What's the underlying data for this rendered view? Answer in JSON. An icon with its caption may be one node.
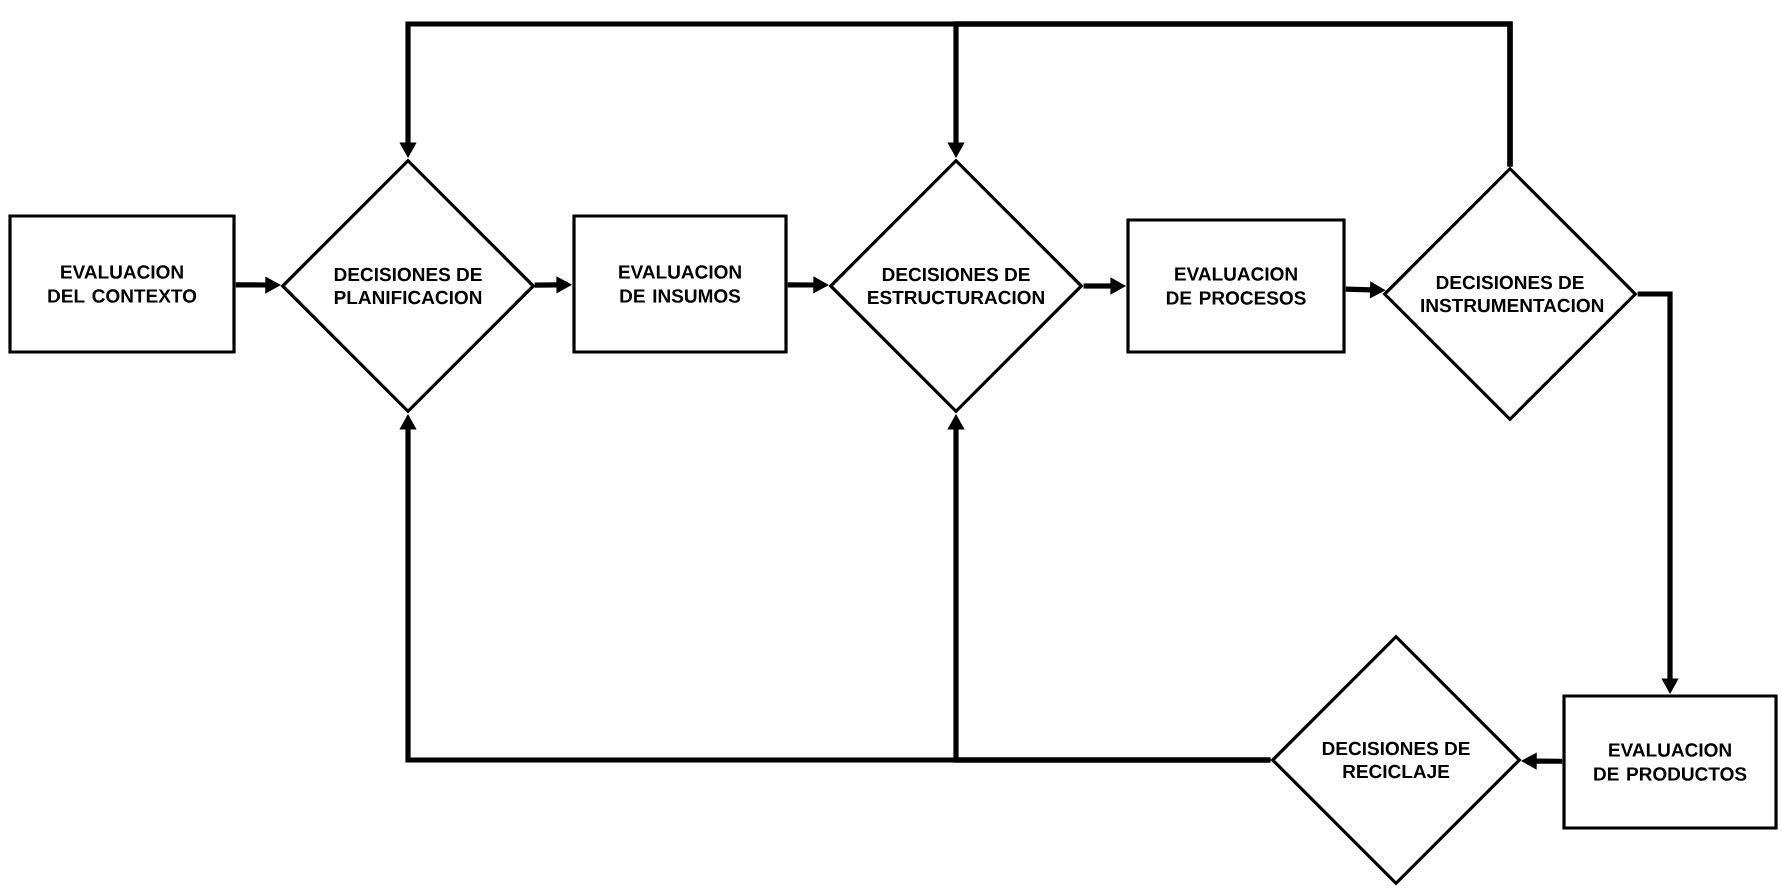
{
  "diagram": {
    "nodes": [
      {
        "text": [
          "EVALUACION DEL CONTEXTO"
        ]
      },
      {
        "text": [
          "DECISIONES DE PLANIFICACION"
        ]
      },
      {
        "text": [
          "EVALUACION DE INSUMOS"
        ]
      },
      {
        "text": [
          "DECISIONES DE ESTRUCTURACION"
        ]
      },
      {
        "text": [
          "EVALUACION DE PROCESOS"
        ]
      },
      {
        "text": [
          "DECISIONES DE INSTRUMENTACION"
        ]
      },
      {
        "text": [
          "EVALUACION DE PRODUCTOS"
        ]
      },
      {
        "text": [
          "DECISIONES DE RECICLAJE"
        ]
      }
    ],
    "edges": [
      {
        "from": 0,
        "to": 1,
        "arrow": "to"
      },
      {
        "from": 1,
        "to": 2,
        "arrow": "to"
      },
      {
        "from": 2,
        "to": 3,
        "arrow": "to"
      },
      {
        "from": 3,
        "to": 4,
        "arrow": "to"
      },
      {
        "from": 4,
        "to": 5,
        "arrow": "to"
      },
      {
        "from": 5,
        "to": 1,
        "arrow": "to"
      },
      {
        "from": 5,
        "to": 3,
        "arrow": "to"
      },
      {
        "from": 5,
        "to": 6,
        "arrow": "to"
      },
      {
        "from": 6,
        "to": 7,
        "arrow": "to"
      },
      {
        "from": 7,
        "to": 1,
        "arrow": "to"
      },
      {
        "from": 7,
        "to": 3,
        "arrow": "to"
      }
    ]
  }
}
